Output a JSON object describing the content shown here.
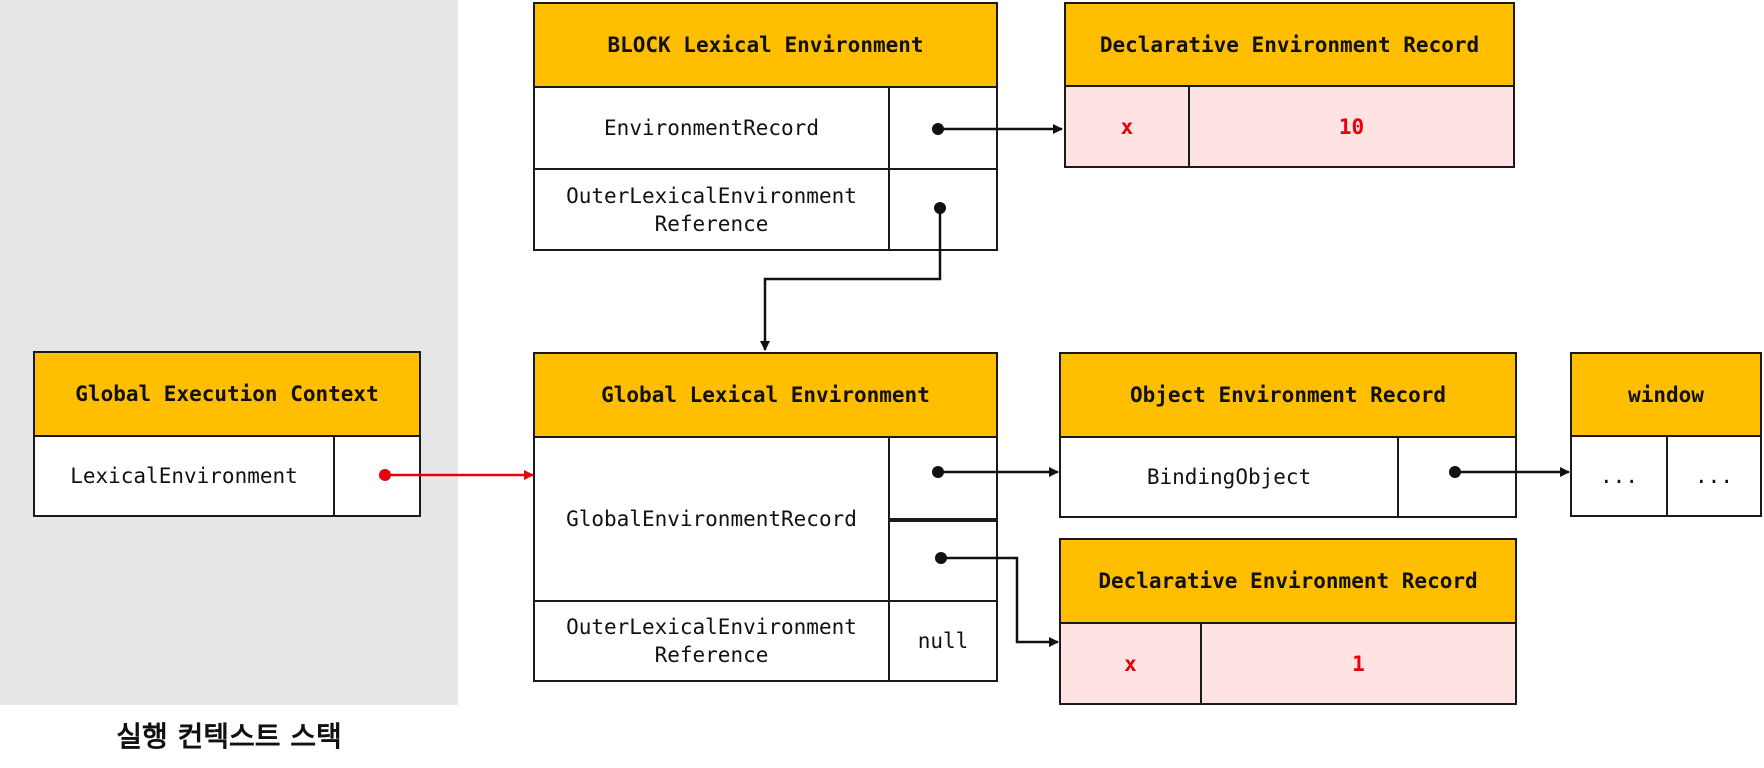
{
  "stack": {
    "label": "실행 컨텍스트 스택"
  },
  "global_execution_context": {
    "title": "Global Execution Context",
    "row_label": "LexicalEnvironment"
  },
  "block_lexical_environment": {
    "title": "BLOCK Lexical Environment",
    "row1_label": "EnvironmentRecord",
    "row2_label_line1": "OuterLexicalEnvironment",
    "row2_label_line2": "Reference"
  },
  "block_declarative_record": {
    "title": "Declarative Environment Record",
    "key": "x",
    "value": "10"
  },
  "global_lexical_environment": {
    "title": "Global Lexical Environment",
    "row1_label": "GlobalEnvironmentRecord",
    "row2_label_line1": "OuterLexicalEnvironment",
    "row2_label_line2": "Reference",
    "row2_value": "null"
  },
  "object_environment_record": {
    "title": "Object Environment Record",
    "row_label": "BindingObject"
  },
  "window_object": {
    "title": "window",
    "cell1": "...",
    "cell2": "..."
  },
  "global_declarative_record": {
    "title": "Declarative Environment Record",
    "key": "x",
    "value": "1"
  },
  "colors": {
    "header": "#ffbf00",
    "stack_background": "#e6e6e6",
    "binding_cell": "#ffe3e3",
    "binding_text": "#e8000b",
    "active_arrow": "#e8000b",
    "arrow": "#111111"
  }
}
